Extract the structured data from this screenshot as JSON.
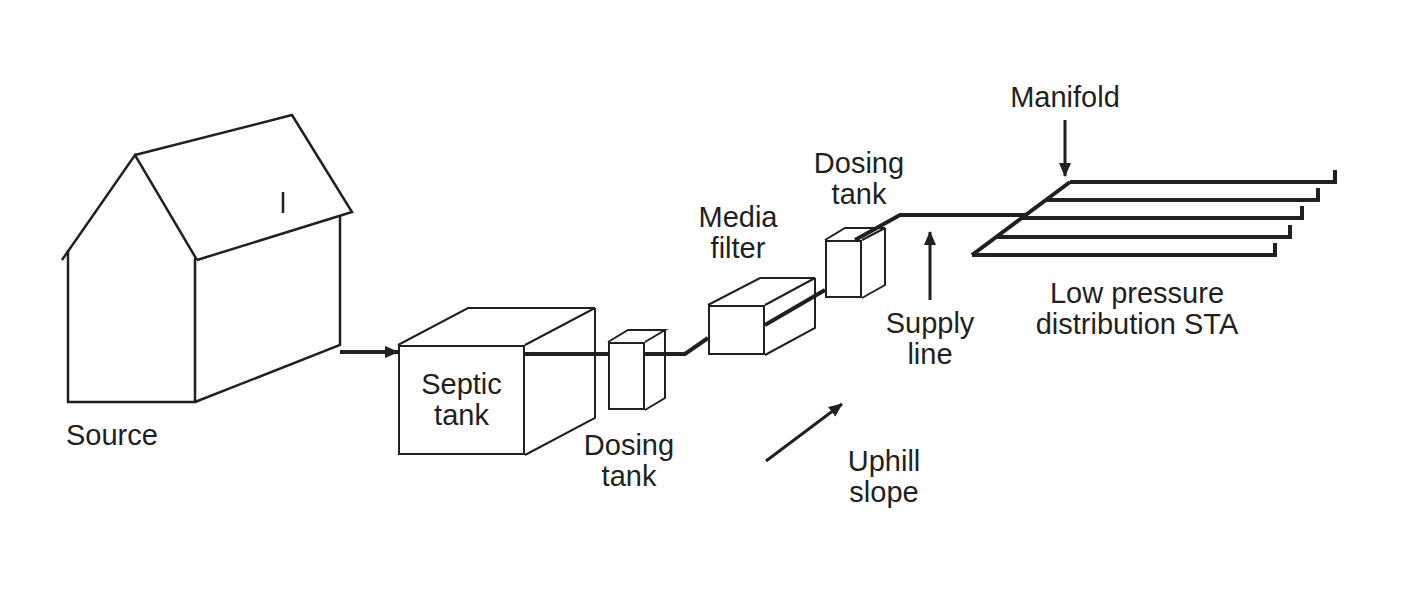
{
  "diagram": {
    "nodes": [
      {
        "text": [
          "Source"
        ]
      },
      {
        "text": [
          "Septic tank"
        ]
      },
      {
        "text": [
          "Dosing tank"
        ]
      },
      {
        "text": [
          "Media filter"
        ]
      },
      {
        "text": [
          "Dosing tank"
        ]
      },
      {
        "text": [
          "Low pressure distribution STA"
        ]
      }
    ],
    "edges": [
      {
        "from": 0,
        "to": 1,
        "arrow": "to"
      },
      {
        "from": 1,
        "to": 2,
        "arrow": "none"
      },
      {
        "from": 2,
        "to": 3,
        "arrow": "none"
      },
      {
        "from": 3,
        "to": 4,
        "arrow": "none"
      },
      {
        "from": 4,
        "to": 5,
        "arrow": "none"
      }
    ],
    "labels": [
      "Manifold",
      "Supply line",
      "Uphill slope"
    ]
  }
}
